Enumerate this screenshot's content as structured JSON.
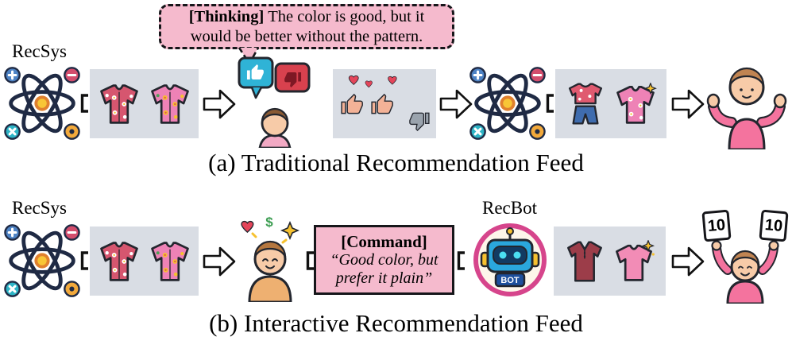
{
  "figure": {
    "panel_a": {
      "recsys_label": "RecSys",
      "thinking_tag": "[Thinking]",
      "thinking_text": "The color is good, but it would be better without the pattern.",
      "caption": "(a) Traditional Recommendation Feed"
    },
    "panel_b": {
      "recsys_label": "RecSys",
      "recbot_label": "RecBot",
      "command_tag": "[Command]",
      "command_line1": "“Good color, but",
      "command_line2": "prefer it plain”",
      "bot_badge": "BOT",
      "score_left": "10",
      "score_right": "10",
      "caption": "(b) Interactive Recommendation Feed"
    },
    "icons": {
      "dollar": "$",
      "recsys": "atom-network-icon",
      "recommended_items": "clothing-items-icon",
      "user_feedback": "thumbs-up-down-icon",
      "confused_user": "shrugging-person-icon",
      "excited_user": "excited-person-icon",
      "recbot": "robot-icon",
      "satisfied_user": "perfect-score-person-icon",
      "flow": "flow-arrow-icon"
    },
    "colors": {
      "bubble_pink": "#f5bacd",
      "box_gray": "#d9dde4",
      "atom_navy": "#1f2a44",
      "accent_magenta": "#d6458c",
      "shirt_red": "#d6566f",
      "shirt_pink": "#ee82b6"
    }
  }
}
